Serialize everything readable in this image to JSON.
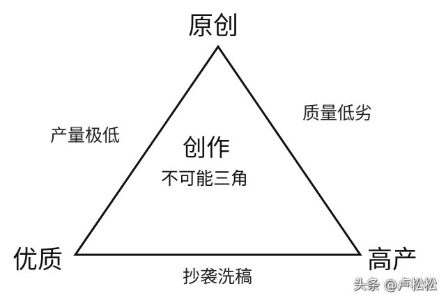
{
  "vertices": {
    "top": "原创",
    "bottom_left": "优质",
    "bottom_right": "高产"
  },
  "edges": {
    "left": "产量极低",
    "right": "质量低劣",
    "bottom": "抄袭洗稿"
  },
  "center": {
    "title": "创作",
    "subtitle": "不可能三角"
  },
  "watermark": "头条 @卢松松",
  "colors": {
    "line": "#111111",
    "background": "#ffffff"
  }
}
